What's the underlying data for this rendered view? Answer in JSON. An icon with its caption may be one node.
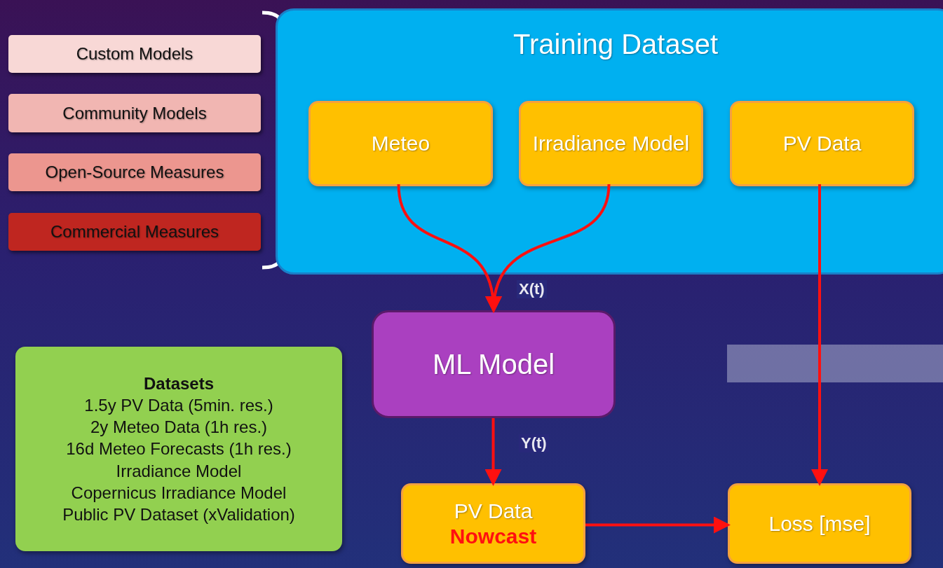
{
  "diagram": {
    "nodes": [
      {
        "text": [
          "Custom Models"
        ]
      },
      {
        "text": [
          "Community Models"
        ]
      },
      {
        "text": [
          "Open-Source Measures"
        ]
      },
      {
        "text": [
          "Commercial Measures"
        ]
      },
      {
        "text": [
          "Training Dataset"
        ]
      },
      {
        "text": [
          "Meteo"
        ],
        "in": 4
      },
      {
        "text": [
          "Irradiance Model"
        ],
        "in": 4
      },
      {
        "text": [
          "PV Data"
        ],
        "in": 4
      },
      {
        "text": [
          "ML Model"
        ]
      },
      {
        "text": [
          "PV Data",
          "Nowcast"
        ]
      },
      {
        "text": [
          "Loss [mse]"
        ]
      },
      {
        "text": [
          "Datasets",
          "1.5y PV Data (5min. res.)",
          "2y Meteo Data (1h res.)",
          "16d Meteo Forecasts (1h res.)",
          "Irradiance Model",
          "Copernicus Irradiance Model",
          "Public PV Dataset (xValidation)"
        ]
      }
    ],
    "edges": [
      {
        "from": 5,
        "to": 8,
        "arrow": "to",
        "label": "X(t)"
      },
      {
        "from": 6,
        "to": 8,
        "arrow": "to"
      },
      {
        "from": 8,
        "to": 9,
        "arrow": "to",
        "label": "Y(t)"
      },
      {
        "from": 7,
        "to": 10,
        "arrow": "to"
      },
      {
        "from": 9,
        "to": 10,
        "arrow": "to"
      }
    ]
  }
}
